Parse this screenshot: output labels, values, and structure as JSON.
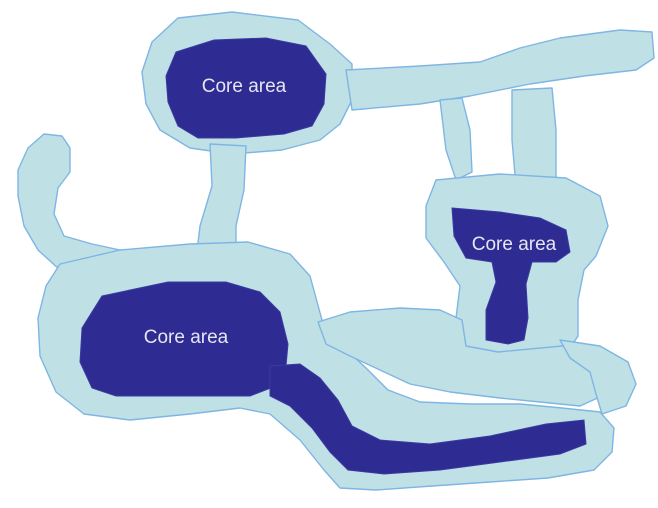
{
  "colors": {
    "buffer_fill": "#bfe1e5",
    "buffer_outline": "#7fb5e4",
    "core_fill": "#2e2c92",
    "label_text": "#e6e6f2",
    "background": "#ffffff"
  },
  "core_areas": [
    {
      "label": "Core area"
    },
    {
      "label": "Core area"
    },
    {
      "label": "Core area"
    }
  ]
}
